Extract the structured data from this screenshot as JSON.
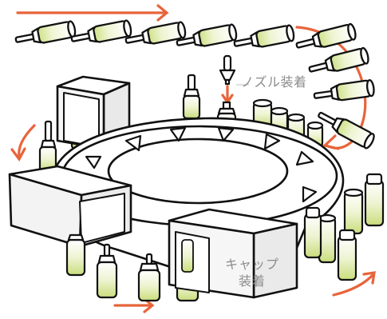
{
  "labels": {
    "nozzle_station": "ノズル装着",
    "cap_station_line1": "キャップ",
    "cap_station_line2": "装着"
  },
  "colors": {
    "arrow": "#e8643a",
    "outline": "#111111",
    "tube_tint": "#dde9a8",
    "box_fill": "#f2f2f2",
    "label_text": "#8c8c8c"
  }
}
